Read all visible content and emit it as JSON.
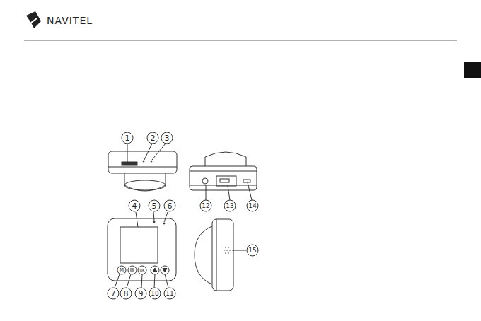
{
  "diagram": {
    "labels": [
      "NAVITEL",
      "1",
      "2",
      "3",
      "4",
      "5",
      "6",
      "7",
      "8",
      "9",
      "10",
      "11",
      "12",
      "13",
      "14",
      "15",
      "M",
      "OK"
    ]
  }
}
